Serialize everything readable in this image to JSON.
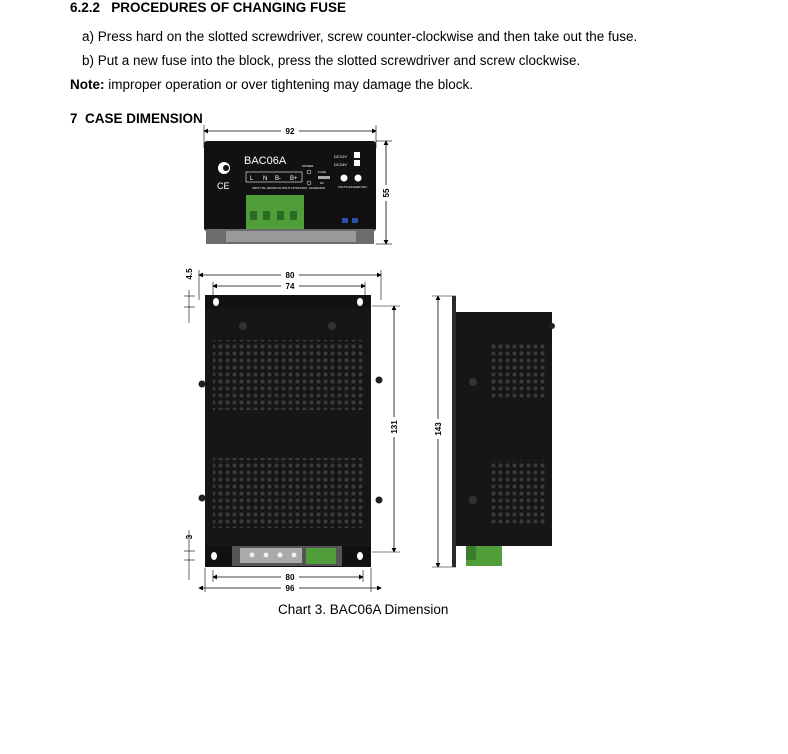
{
  "section": {
    "number": "6.2.2",
    "title": "PROCEDURES OF CHANGING FUSE"
  },
  "steps": [
    "a) Press hard on the slotted screwdriver, screw counter-clockwise and then take out the fuse.",
    "b) Put a new fuse into the block, press the slotted screwdriver and screw clockwise."
  ],
  "note": {
    "label": "Note:",
    "text": " improper operation or over tightening may damage the block."
  },
  "chapter": {
    "number": "7",
    "title": "CASE DIMENSION"
  },
  "device": {
    "model": "BAC06A",
    "power_label": "POWER",
    "switch_dc12": "DC12V",
    "switch_dc24": "DC24V",
    "fuse_label": "6A",
    "fuse_text": "FUSE",
    "volts_label": "VOLTS ADJ.",
    "amp_label": "AMP ADJ.",
    "terminals": [
      "L",
      "N",
      "B-",
      "B+"
    ],
    "input_label": "INPUT 90~260VAC",
    "output_label": "OUTPUT 13.5/27VDC",
    "charging_label": "CHARGING"
  },
  "dimensions": {
    "top_width": "92",
    "top_height": "55",
    "front_outer_width": "80",
    "front_inner_width": "74",
    "front_tab_top": "4.5",
    "front_height": "131",
    "side_height": "143",
    "bottom_tab": "3",
    "bottom_inner_width": "80",
    "bottom_outer_width": "96"
  },
  "caption": "Chart 3. BAC06A Dimension"
}
